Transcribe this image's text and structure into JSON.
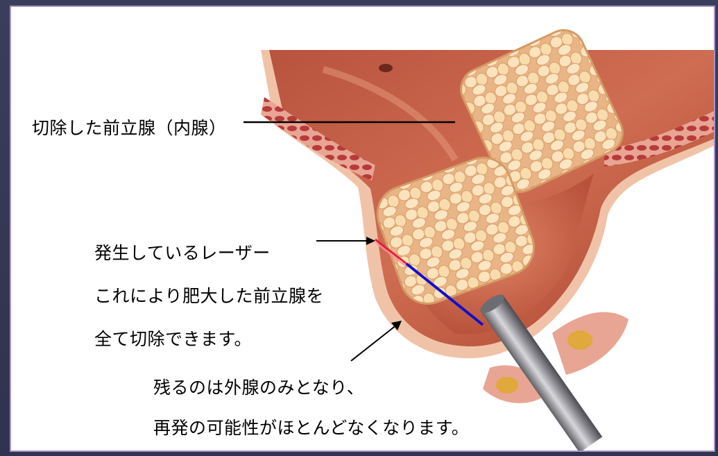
{
  "labels": {
    "resected": "切除した前立腺（内腺）",
    "laser_line1": "発生しているレーザー",
    "laser_line2": "これにより肥大した前立腺を",
    "laser_line3": "全て切除できます。",
    "outer_line1": "残るのは外腺のみとなり、",
    "outer_line2": "再発の可能性がほとんどなくなります。"
  },
  "colors": {
    "slide_background": "#3b3f5c",
    "panel_border": "#a894c8",
    "tissue": "#c8634a",
    "tissue_dark": "#a5432f",
    "gland": "#f7d7a8",
    "laser_red": "#e0203a",
    "fiber_blue": "#1010cc",
    "scope_gray": "#9a9aa0"
  }
}
